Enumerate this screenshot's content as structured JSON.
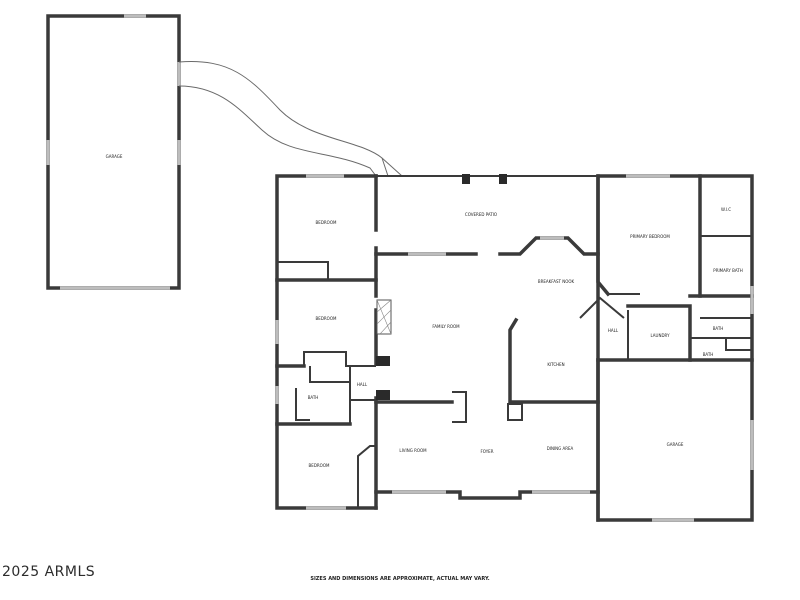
{
  "rooms": {
    "garage_detached": "GARAGE",
    "covered_patio": "COVERED PATIO",
    "bedroom_1": "BEDROOM",
    "bedroom_2": "BEDROOM",
    "bedroom_3": "BEDROOM",
    "bath": "BATH",
    "hall_left": "HALL",
    "family_room": "FAMILY ROOM",
    "breakfast_nook": "BREAKFAST NOOK",
    "kitchen": "KITCHEN",
    "living_room": "LIVING ROOM",
    "foyer": "FOYER",
    "dining_area": "DINING AREA",
    "primary_bedroom": "PRIMARY BEDROOM",
    "wic": "W.I.C",
    "primary_bath": "PRIMARY BATH",
    "hall_right": "HALL",
    "laundry": "LAUNDRY",
    "bath_right": "BATH",
    "half_bath": "BATH",
    "garage_attached": "GARAGE"
  },
  "footer": {
    "copyright": "2025 ARMLS",
    "disclaimer": "SIZES AND DIMENSIONS ARE APPROXIMATE, ACTUAL MAY VARY."
  }
}
